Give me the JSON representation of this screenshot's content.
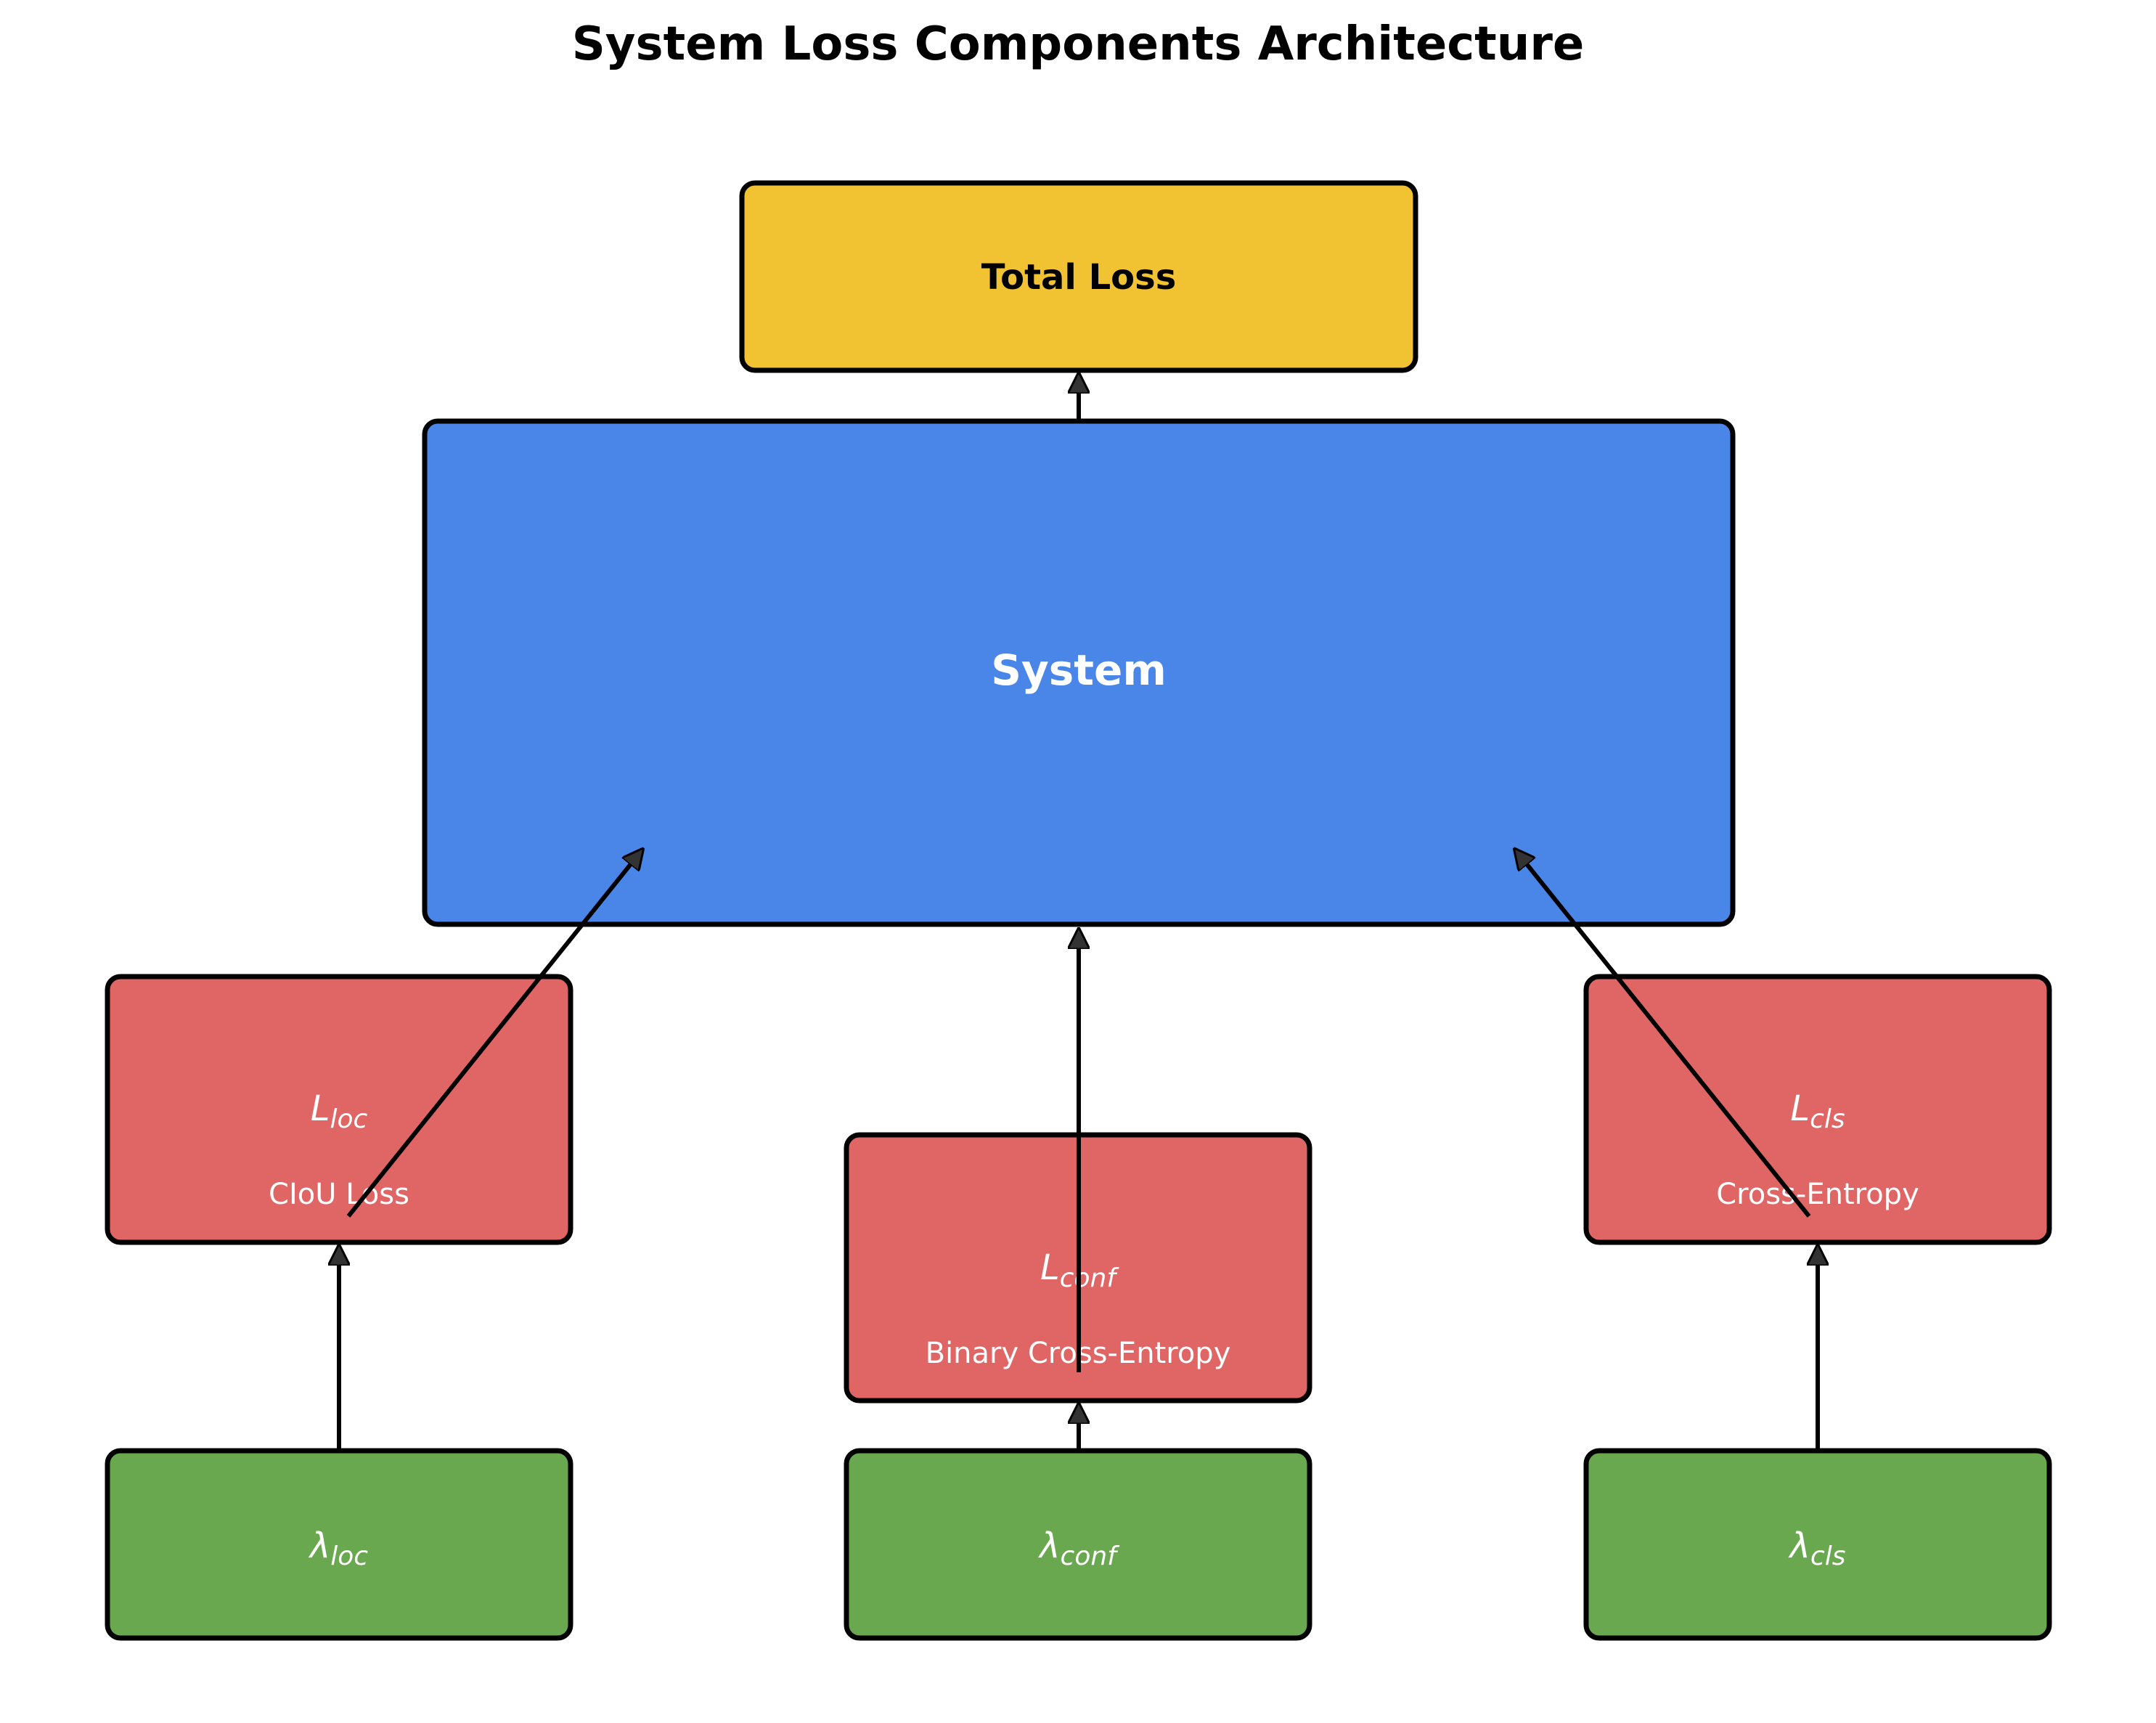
{
  "title": "System Loss Components Architecture",
  "colors": {
    "total": "#F1C232",
    "system": "#4A86E8",
    "loss": "#E06666",
    "weight": "#6AA84F",
    "text_dark": "#000000",
    "text_light": "#FFFFFF"
  },
  "nodes": {
    "total_loss": {
      "label": "Total Loss"
    },
    "system": {
      "label": "System"
    },
    "l_loc": {
      "symbol": "L",
      "subscript": "loc",
      "desc": "CIoU Loss"
    },
    "l_conf": {
      "symbol": "L",
      "subscript": "conf",
      "desc": "Binary Cross-Entropy"
    },
    "l_cls": {
      "symbol": "L",
      "subscript": "cls",
      "desc": "Cross-Entropy"
    },
    "lambda_loc": {
      "symbol": "λ",
      "subscript": "loc"
    },
    "lambda_conf": {
      "symbol": "λ",
      "subscript": "conf"
    },
    "lambda_cls": {
      "symbol": "λ",
      "subscript": "cls"
    }
  }
}
